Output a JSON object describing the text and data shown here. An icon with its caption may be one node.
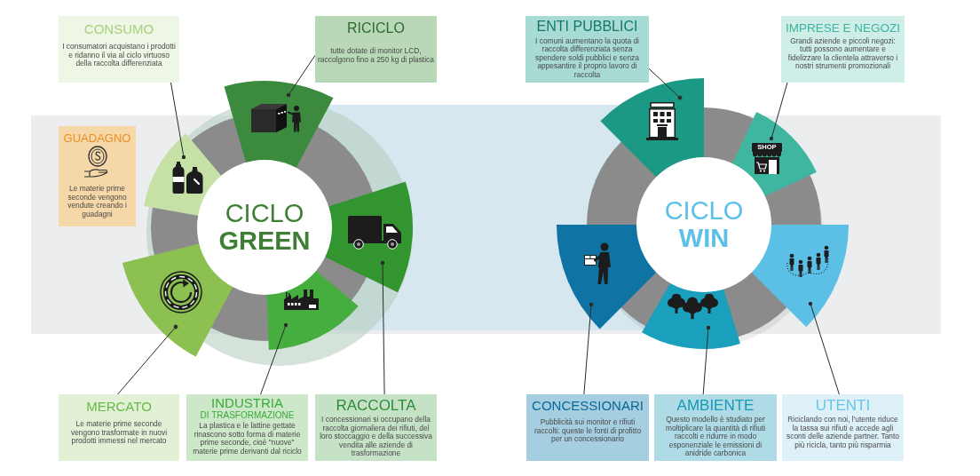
{
  "diagram": {
    "nodes": [
      {
        "text": [
          "CONSUMO",
          "I consumatori acquistano i prodotti e ridanno il via al ciclo virtuoso della raccolta differenziata"
        ]
      },
      {
        "text": [
          "RICICLO",
          "tutte dotate di monitor LCD, raccolgono fino a 250 kg di plastica"
        ]
      },
      {
        "text": [
          "ENTI PUBBLICI",
          "I comuni aumentano la quota di raccolta differenziata senza spendere soldi pubblici e senza appesantire il proprio lavoro di raccolta"
        ]
      },
      {
        "text": [
          "IMPRESE E NEGOZI",
          "Grandi aziende e piccoli negozi: tutti possono aumentare e fidelizzare la clientela attraverso i nostri strumenti promozionali"
        ]
      },
      {
        "text": [
          "GUADAGNO",
          "Le materie prime seconde vengono vendute creando i guadagni"
        ]
      },
      {
        "text": [],
        "shape": "wedge"
      },
      {
        "text": [],
        "shape": "wedge"
      },
      {
        "text": [
          "CICLO **GREEN**"
        ]
      },
      {
        "text": [],
        "shape": "wedge"
      },
      {
        "text": [],
        "shape": "wedge"
      },
      {
        "text": [],
        "shape": "wedge"
      },
      {
        "text": [],
        "shape": "wedge"
      },
      {
        "text": [],
        "shape": "wedge"
      },
      {
        "text": [
          "CICLO **WIN**"
        ]
      },
      {
        "text": [],
        "shape": "wedge"
      },
      {
        "text": [],
        "shape": "wedge"
      },
      {
        "text": [],
        "shape": "wedge"
      },
      {
        "text": [
          "MERCATO",
          "Le materie prime seconde vengono trasformate in nuovi prodotti immessi nel mercato"
        ]
      },
      {
        "text": [
          "INDUSTRIA",
          "DI TRASFORMAZIONE",
          "La plastica e le lattine gettate rinascono sotto forma di materie prime seconde, cioè \"nuove\" materie prime derivanti dal riciclo"
        ]
      },
      {
        "text": [
          "RACCOLTA",
          "I concessionari si occupano della raccolta giornaliera dei rifiuti, del loro stoccaggio e della successiva vendita alle aziende di trasformazione"
        ]
      },
      {
        "text": [
          "CONCESSIONARI",
          "Pubblicità sui monitor e rifiuti raccolti: queste le fonti di profitto per un concessionario"
        ]
      },
      {
        "text": [
          "AMBIENTE",
          "Questo modello è studiato per moltiplicare la quantità di rifiuti raccolti e ridurre in modo esponenziale le emissioni di anidride carbonica"
        ]
      },
      {
        "text": [
          "UTENTI",
          "Riciclando con noi, l'utente riduce la tassa sui rifiuti e accede agli sconti delle aziende partner. Tanto più ricicla, tanto più risparmia"
        ]
      }
    ],
    "edges": [
      {
        "from": 0,
        "to": 5,
        "arrow": "other"
      },
      {
        "from": 1,
        "to": 6,
        "arrow": "other"
      },
      {
        "from": 2,
        "to": 11,
        "arrow": "other"
      },
      {
        "from": 3,
        "to": 12,
        "arrow": "other"
      },
      {
        "from": 17,
        "to": 10,
        "arrow": "other"
      },
      {
        "from": 18,
        "to": 9,
        "arrow": "other"
      },
      {
        "from": 19,
        "to": 8,
        "arrow": "other"
      },
      {
        "from": 20,
        "to": 14,
        "arrow": "other"
      },
      {
        "from": 21,
        "to": 15,
        "arrow": "other"
      },
      {
        "from": 22,
        "to": 16,
        "arrow": "other"
      }
    ],
    "labels": [
      "SHOP"
    ]
  }
}
